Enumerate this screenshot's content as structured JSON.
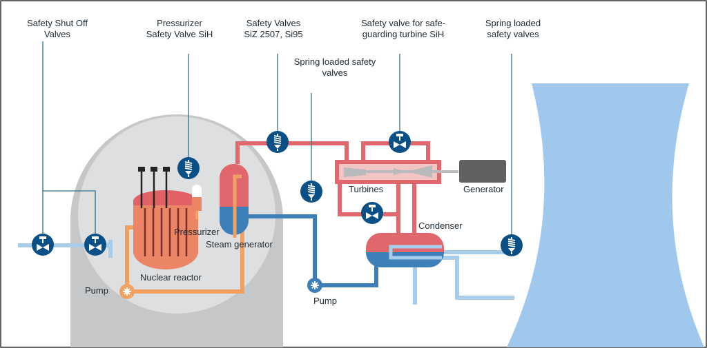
{
  "callouts": {
    "shutoff": [
      "Safety Shut Off",
      "Valves"
    ],
    "pressurizer_valve": [
      "Pressurizer",
      "Safety Valve SiH"
    ],
    "safety_valves": [
      "Safety Valves",
      "SiZ 2507, Si95"
    ],
    "spring_mid": [
      "Spring loaded safety",
      "valves"
    ],
    "turbine_valve": [
      "Safety valve for safe-",
      "guarding turbine SiH"
    ],
    "spring_right": [
      "Spring loaded",
      "safety valves"
    ]
  },
  "components": {
    "pressurizer": "Pressurizer",
    "steam_generator": "Steam generator",
    "nuclear_reactor": "Nuclear reactor",
    "pump_left": "Pump",
    "pump_mid": "Pump",
    "turbines": "Turbines",
    "generator": "Generator",
    "condenser": "Condenser"
  },
  "colors": {
    "primary_loop": "#f0a060",
    "steam": "#e0686c",
    "feedwater": "#3d7fb8",
    "cooling": "#a8cdeb",
    "valve": "#0a4f86",
    "leader": "#2c6f8f",
    "containment": "#d2d4d6",
    "reactor": "#ec8566",
    "tower": "#9fc8ec"
  },
  "icons": {
    "valve_symbol": "safety-valve-icon",
    "spring_symbol": "spring-valve-icon",
    "pump_symbol": "pump-star-icon"
  }
}
